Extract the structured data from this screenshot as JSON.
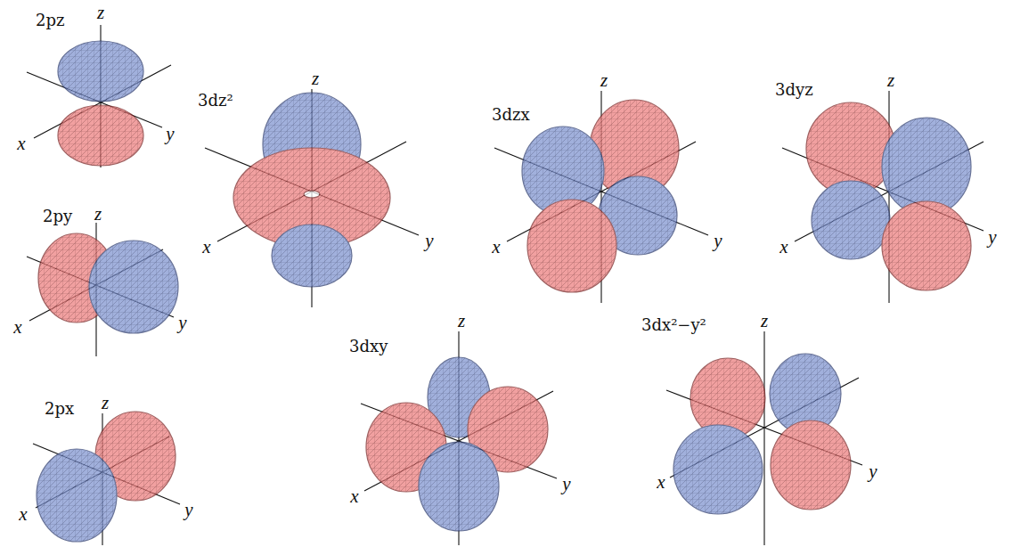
{
  "diagram": {
    "labels": [
      "2pz",
      "z",
      "x",
      "y",
      "2py",
      "z",
      "x",
      "y",
      "2px",
      "z",
      "x",
      "y",
      "3dz²",
      "z",
      "x",
      "y",
      "3dzx",
      "z",
      "x",
      "y",
      "3dyz",
      "z",
      "x",
      "y",
      "3dxy",
      "z",
      "x",
      "y",
      "3dx²−y²",
      "z",
      "x",
      "y"
    ]
  }
}
